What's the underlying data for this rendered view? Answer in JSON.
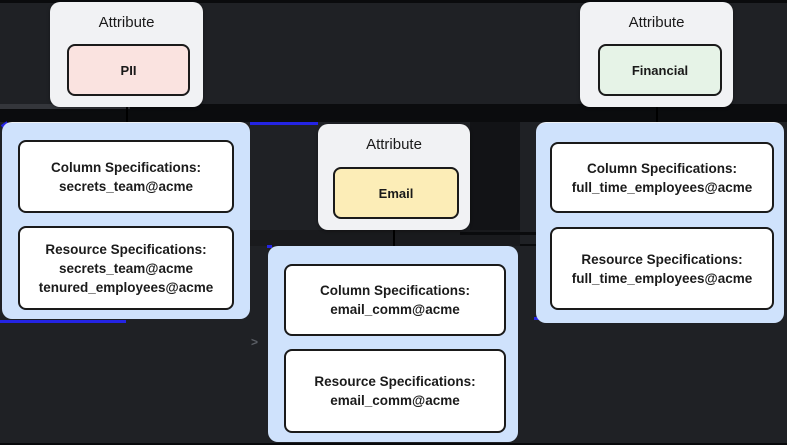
{
  "colors": {
    "canvas_bg": "#1f2125",
    "edge_blue": "#2424e4",
    "card_bg": "#cfe2fc",
    "attr_node_bg": "#f1f2f4",
    "pii_chip": "#fae3e0",
    "email_chip": "#fcedb7",
    "financial_chip": "#e6f3e7"
  },
  "attributes": [
    {
      "title": "Attribute",
      "value": "PII",
      "color": "#fae3e0"
    },
    {
      "title": "Attribute",
      "value": "Email",
      "color": "#fcedb7"
    },
    {
      "title": "Attribute",
      "value": "Financial",
      "color": "#e6f3e7"
    }
  ],
  "cards": [
    {
      "column": {
        "title": "Column Specifications:",
        "lines": [
          "secrets_team@acme"
        ]
      },
      "resource": {
        "title": "Resource Specifications:",
        "lines": [
          "secrets_team@acme",
          "tenured_employees@acme"
        ]
      }
    },
    {
      "column": {
        "title": "Column Specifications:",
        "lines": [
          "email_comm@acme"
        ]
      },
      "resource": {
        "title": "Resource Specifications:",
        "lines": [
          "email_comm@acme"
        ]
      }
    },
    {
      "column": {
        "title": "Column Specifications:",
        "lines": [
          "full_time_employees@acme"
        ]
      },
      "resource": {
        "title": "Resource Specifications:",
        "lines": [
          "full_time_employees@acme"
        ]
      }
    }
  ],
  "edges": {
    "arrowhead": ">"
  }
}
